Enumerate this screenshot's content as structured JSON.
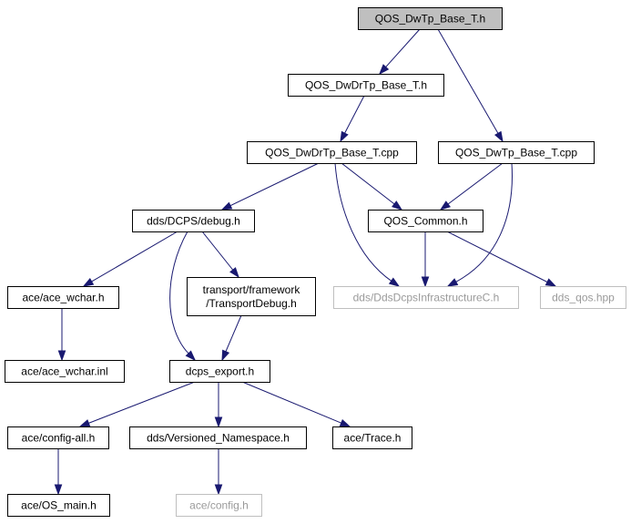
{
  "colors": {
    "edge": "#191970",
    "root_fill": "#bfbfbf",
    "node_fill": "#ffffff",
    "node_border": "#000000",
    "missing_border": "#bfbfbf",
    "missing_text": "#9a9a9a"
  },
  "nodes": [
    {
      "id": "qos_dwtp_base_t_h",
      "lines": [
        "QOS_DwTp_Base_T.h"
      ],
      "kind": "root"
    },
    {
      "id": "qos_dwdrtp_base_t_h",
      "lines": [
        "QOS_DwDrTp_Base_T.h"
      ],
      "kind": "normal"
    },
    {
      "id": "qos_dwdrtp_base_t_cpp",
      "lines": [
        "QOS_DwDrTp_Base_T.cpp"
      ],
      "kind": "normal"
    },
    {
      "id": "qos_dwtp_base_t_cpp",
      "lines": [
        "QOS_DwTp_Base_T.cpp"
      ],
      "kind": "normal"
    },
    {
      "id": "dds_dcps_debug_h",
      "lines": [
        "dds/DCPS/debug.h"
      ],
      "kind": "normal"
    },
    {
      "id": "qos_common_h",
      "lines": [
        "QOS_Common.h"
      ],
      "kind": "normal"
    },
    {
      "id": "ace_ace_wchar_h",
      "lines": [
        "ace/ace_wchar.h"
      ],
      "kind": "normal"
    },
    {
      "id": "transport_framework_transportdebug_h",
      "lines": [
        "transport/framework",
        "/TransportDebug.h"
      ],
      "kind": "normal"
    },
    {
      "id": "dds_ddsdcpsinfrastructurec_h",
      "lines": [
        "dds/DdsDcpsInfrastructureC.h"
      ],
      "kind": "missing"
    },
    {
      "id": "dds_qos_hpp",
      "lines": [
        "dds_qos.hpp"
      ],
      "kind": "missing"
    },
    {
      "id": "ace_ace_wchar_inl",
      "lines": [
        "ace/ace_wchar.inl"
      ],
      "kind": "normal"
    },
    {
      "id": "dcps_export_h",
      "lines": [
        "dcps_export.h"
      ],
      "kind": "normal"
    },
    {
      "id": "ace_config_all_h",
      "lines": [
        "ace/config-all.h"
      ],
      "kind": "normal"
    },
    {
      "id": "dds_versioned_namespace_h",
      "lines": [
        "dds/Versioned_Namespace.h"
      ],
      "kind": "normal"
    },
    {
      "id": "ace_trace_h",
      "lines": [
        "ace/Trace.h"
      ],
      "kind": "normal"
    },
    {
      "id": "ace_os_main_h",
      "lines": [
        "ace/OS_main.h"
      ],
      "kind": "normal"
    },
    {
      "id": "ace_config_h",
      "lines": [
        "ace/config.h"
      ],
      "kind": "missing"
    }
  ],
  "edges": [
    {
      "from": "qos_dwtp_base_t_h",
      "to": "qos_dwdrtp_base_t_h"
    },
    {
      "from": "qos_dwtp_base_t_h",
      "to": "qos_dwtp_base_t_cpp"
    },
    {
      "from": "qos_dwdrtp_base_t_h",
      "to": "qos_dwdrtp_base_t_cpp"
    },
    {
      "from": "qos_dwdrtp_base_t_cpp",
      "to": "dds_dcps_debug_h"
    },
    {
      "from": "qos_dwdrtp_base_t_cpp",
      "to": "qos_common_h"
    },
    {
      "from": "qos_dwdrtp_base_t_cpp",
      "to": "dds_ddsdcpsinfrastructurec_h"
    },
    {
      "from": "qos_dwtp_base_t_cpp",
      "to": "qos_common_h"
    },
    {
      "from": "qos_dwtp_base_t_cpp",
      "to": "dds_ddsdcpsinfrastructurec_h"
    },
    {
      "from": "qos_common_h",
      "to": "dds_ddsdcpsinfrastructurec_h"
    },
    {
      "from": "qos_common_h",
      "to": "dds_qos_hpp"
    },
    {
      "from": "dds_dcps_debug_h",
      "to": "ace_ace_wchar_h"
    },
    {
      "from": "dds_dcps_debug_h",
      "to": "transport_framework_transportdebug_h"
    },
    {
      "from": "dds_dcps_debug_h",
      "to": "dcps_export_h"
    },
    {
      "from": "ace_ace_wchar_h",
      "to": "ace_ace_wchar_inl"
    },
    {
      "from": "transport_framework_transportdebug_h",
      "to": "dcps_export_h"
    },
    {
      "from": "dcps_export_h",
      "to": "ace_config_all_h"
    },
    {
      "from": "dcps_export_h",
      "to": "dds_versioned_namespace_h"
    },
    {
      "from": "dcps_export_h",
      "to": "ace_trace_h"
    },
    {
      "from": "ace_config_all_h",
      "to": "ace_os_main_h"
    },
    {
      "from": "dds_versioned_namespace_h",
      "to": "ace_config_h"
    }
  ]
}
